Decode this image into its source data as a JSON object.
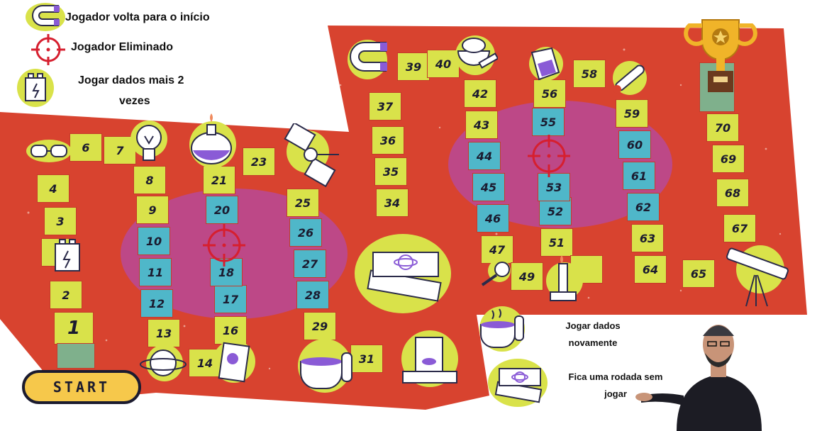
{
  "legend": {
    "magnet_text": "Jogador  volta para o início",
    "target_text": "Jogador Eliminado",
    "battery_text_line1": "Jogar dados mais 2",
    "battery_text_line2": "vezes"
  },
  "side_legend": {
    "teacup_text_line1": "Jogar dados",
    "teacup_text_line2": "novamente",
    "books_text_line1": "Fica uma rodada sem",
    "books_text_line2": "jogar"
  },
  "start_label": "START",
  "squares": [
    "1",
    "2",
    "3",
    "4",
    "6",
    "7",
    "8",
    "9",
    "10",
    "11",
    "12",
    "13",
    "14",
    "16",
    "17",
    "18",
    "20",
    "21",
    "23",
    "25",
    "26",
    "27",
    "28",
    "29",
    "31",
    "34",
    "35",
    "36",
    "37",
    "39",
    "40",
    "42",
    "43",
    "44",
    "45",
    "46",
    "47",
    "49",
    "51",
    "52",
    "53",
    "55",
    "56",
    "58",
    "59",
    "60",
    "61",
    "62",
    "63",
    "64",
    "65",
    "67",
    "68",
    "69",
    "70"
  ],
  "colors": {
    "board": "#d8432f",
    "square": "#d9e24a",
    "special": "#4fb7c9",
    "zone": "#b44aa6",
    "accent": "#f6c84b"
  },
  "icons": [
    "magnet-icon",
    "target-icon",
    "battery-icon",
    "goggles-icon",
    "lightbulb-icon",
    "flask-icon",
    "satellite-icon",
    "mortar-icon",
    "funnel-icon",
    "thermometer-icon",
    "trophy-icon",
    "books-icon",
    "scale-icon",
    "teacup-icon",
    "magnifier-icon",
    "bunsen-burner-icon",
    "telescope-icon",
    "planet-icon",
    "clipboard-icon",
    "person-figure"
  ]
}
